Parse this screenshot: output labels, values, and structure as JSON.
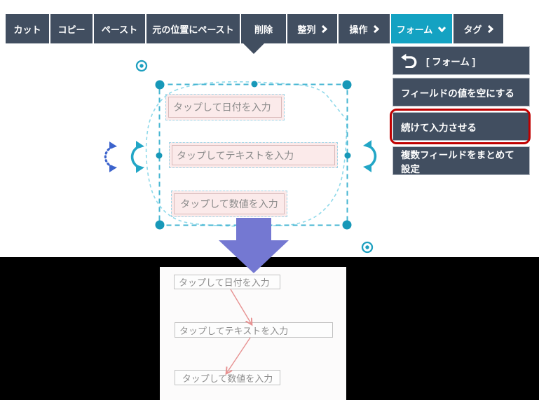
{
  "toolbar": {
    "items": [
      {
        "label": "カット"
      },
      {
        "label": "コピー"
      },
      {
        "label": "ペースト"
      },
      {
        "label": "元の位置にペースト"
      },
      {
        "label": "削除"
      },
      {
        "label": "整列",
        "chevron": "right"
      },
      {
        "label": "操作",
        "chevron": "right"
      },
      {
        "label": "フォーム",
        "chevron": "down",
        "active": true
      },
      {
        "label": "タグ",
        "chevron": "right"
      }
    ]
  },
  "form_menu": {
    "header_label": "[ フォーム ]",
    "header_icon": "undo-back-icon",
    "items": [
      {
        "label": "フィールドの値を空にする"
      },
      {
        "label": "続けて入力させる",
        "highlighted": true
      },
      {
        "label": "複数フィールドをまとめて設定"
      }
    ]
  },
  "canvas": {
    "fields": [
      {
        "label": "タップして日付を入力"
      },
      {
        "label": "タップしてテキストを入力"
      },
      {
        "label": "タップして数値を入力"
      }
    ],
    "icons": [
      "target-icon",
      "rotate-dotted-icon",
      "rotate-left-icon",
      "rotate-right-icon"
    ],
    "annotation": "down-arrow"
  },
  "result_panel": {
    "fields": [
      {
        "label": "タップして日付を入力"
      },
      {
        "label": "タップしてテキストを入力"
      },
      {
        "label": "タップして数値を入力"
      }
    ],
    "connector": "sequence-arrows"
  },
  "colors": {
    "toolbar_bg": "#414e60",
    "toolbar_active": "#14a2c2",
    "menu_bg": "#414e60",
    "highlight_red": "#bf0000",
    "selection_teal": "#1798b8",
    "selection_dash": "#45b5d2",
    "freeform_dash": "#8fd9ea",
    "field_pink": "#fbeaea",
    "field_pink_border": "#d9b9b9",
    "rotate_blue": "#3c63cc",
    "big_arrow": "#7478d2",
    "connector_red": "#e79191",
    "result_bg": "#fcfbfb",
    "band_black": "#000000"
  }
}
